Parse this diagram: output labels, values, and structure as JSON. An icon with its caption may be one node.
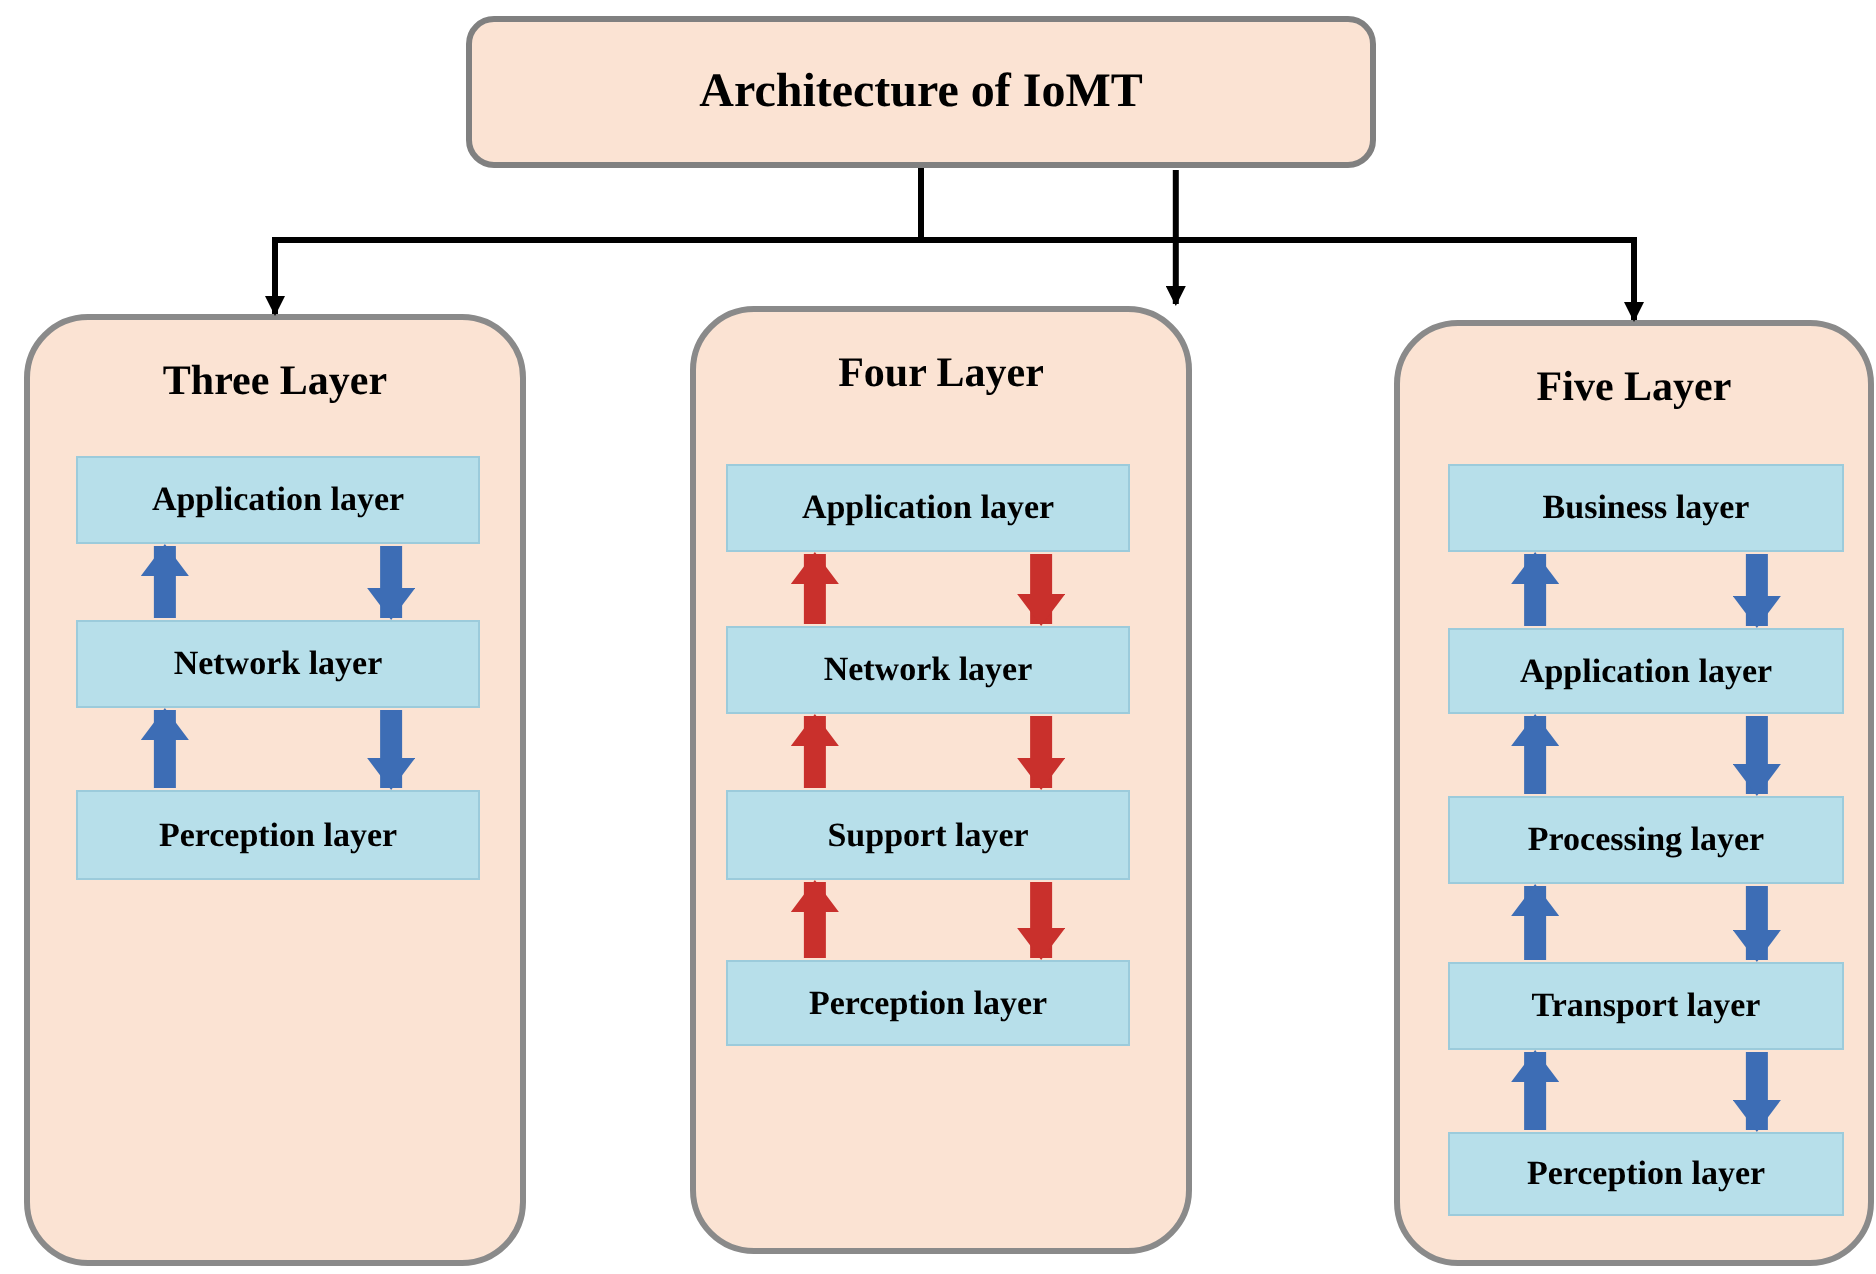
{
  "diagram": {
    "nodes": [
      {
        "text": [
          "Architecture of IoMT"
        ]
      },
      {
        "text": [
          "Three Layer"
        ]
      },
      {
        "text": [
          "Application layer"
        ],
        "in": 1
      },
      {
        "text": [
          "Network layer"
        ],
        "in": 1
      },
      {
        "text": [
          "Perception layer"
        ],
        "in": 1
      },
      {
        "text": [
          "Four Layer"
        ]
      },
      {
        "text": [
          "Application layer"
        ],
        "in": 5
      },
      {
        "text": [
          "Network layer"
        ],
        "in": 5
      },
      {
        "text": [
          "Support layer"
        ],
        "in": 5
      },
      {
        "text": [
          "Perception layer"
        ],
        "in": 5
      },
      {
        "text": [
          "Five Layer"
        ]
      },
      {
        "text": [
          "Business layer"
        ],
        "in": 10
      },
      {
        "text": [
          "Application layer"
        ],
        "in": 10
      },
      {
        "text": [
          "Processing layer"
        ],
        "in": 10
      },
      {
        "text": [
          "Transport layer"
        ],
        "in": 10
      },
      {
        "text": [
          "Perception layer"
        ],
        "in": 10
      }
    ],
    "edges": [
      {
        "from": 0,
        "to": 1,
        "arrow": "to",
        "color": "#000000"
      },
      {
        "from": 0,
        "to": 5,
        "arrow": "to",
        "color": "#000000"
      },
      {
        "from": 0,
        "to": 10,
        "arrow": "to",
        "color": "#000000"
      },
      {
        "from": 3,
        "to": 2,
        "arrow": "to"
      },
      {
        "from": 2,
        "to": 3,
        "arrow": "to"
      },
      {
        "from": 4,
        "to": 3,
        "arrow": "to"
      },
      {
        "from": 3,
        "to": 4,
        "arrow": "to"
      },
      {
        "from": 7,
        "to": 6,
        "arrow": "to",
        "color": "#c9302c"
      },
      {
        "from": 6,
        "to": 7,
        "arrow": "to",
        "color": "#c9302c"
      },
      {
        "from": 8,
        "to": 7,
        "arrow": "to",
        "color": "#c9302c"
      },
      {
        "from": 7,
        "to": 8,
        "arrow": "to",
        "color": "#c9302c"
      },
      {
        "from": 9,
        "to": 8,
        "arrow": "to",
        "color": "#c9302c"
      },
      {
        "from": 8,
        "to": 9,
        "arrow": "to",
        "color": "#c9302c"
      },
      {
        "from": 12,
        "to": 11,
        "arrow": "to"
      },
      {
        "from": 11,
        "to": 12,
        "arrow": "to"
      },
      {
        "from": 13,
        "to": 12,
        "arrow": "to"
      },
      {
        "from": 12,
        "to": 13,
        "arrow": "to"
      },
      {
        "from": 14,
        "to": 13,
        "arrow": "to"
      },
      {
        "from": 13,
        "to": 14,
        "arrow": "to"
      },
      {
        "from": 15,
        "to": 14,
        "arrow": "to"
      },
      {
        "from": 14,
        "to": 15,
        "arrow": "to"
      }
    ]
  }
}
